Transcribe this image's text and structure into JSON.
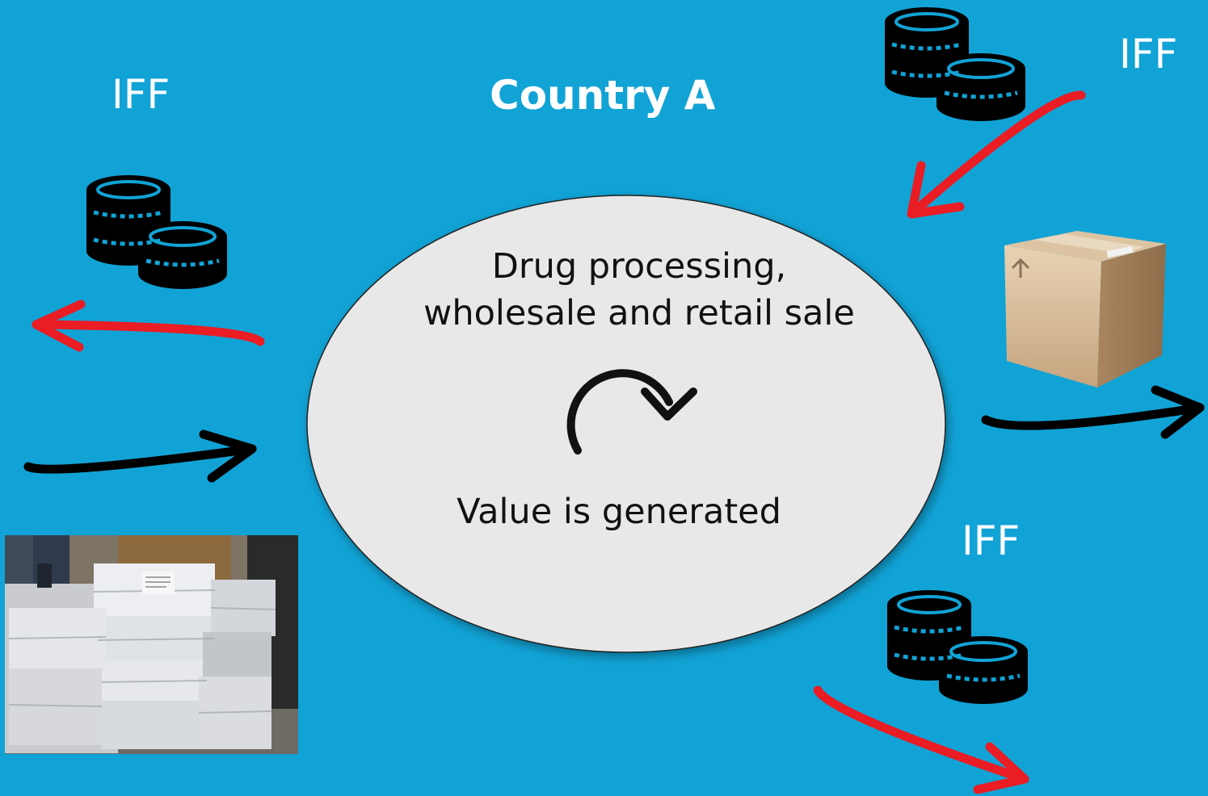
{
  "title": "Country A",
  "iff_labels": {
    "left": "IFF",
    "top_right": "IFF",
    "bottom_right": "IFF"
  },
  "center": {
    "line1": "Drug processing,",
    "line2": "wholesale and retail sale",
    "caption": "Value is generated"
  },
  "colors": {
    "background": "#11a3d6",
    "ellipse_fill": "#e8e8e8",
    "money_arrow": "#ea1c24",
    "goods_arrow": "#000000"
  },
  "icons": {
    "coins": "coins-stack-icon",
    "box": "cardboard-box-icon",
    "cycle": "clockwise-cycle-icon"
  }
}
